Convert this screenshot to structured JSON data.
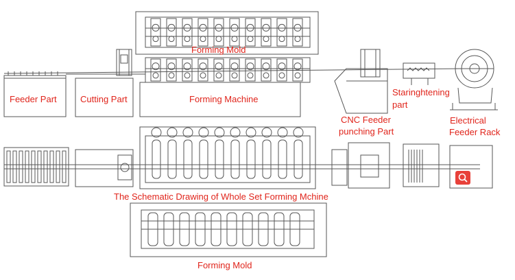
{
  "labels": {
    "forming_mold_top": "Forming Mold",
    "feeder_part": "Feeder Part",
    "cutting_part": "Cutting Part",
    "forming_machine": "Forming Machine",
    "cnc_feeder_line1": "CNC Feeder",
    "cnc_feeder_line2": "punching Part",
    "straightening_line1": "Staringhtening",
    "straightening_line2": "part",
    "electrical_line1": "Electrical",
    "electrical_line2": "Feeder Rack",
    "schematic_title": "The Schematic Drawing of Whole Set Forming Mchine",
    "forming_mold_bottom": "Forming Mold"
  },
  "colors": {
    "label": "#e0241b",
    "line": "#555555",
    "zoom_button": "#e8413a"
  },
  "icons": {
    "zoom": "magnifier-icon"
  }
}
